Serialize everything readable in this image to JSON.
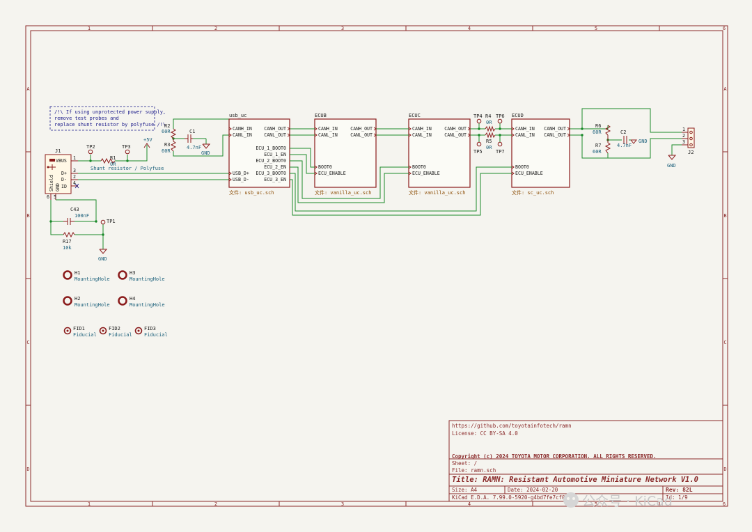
{
  "grid": {
    "columns": [
      "1",
      "2",
      "3",
      "4",
      "5",
      "6"
    ],
    "rows": [
      "A",
      "B",
      "C",
      "D"
    ]
  },
  "note": {
    "line1": "/!\\ If using unprotected power supply,",
    "line2": "remove test probes and",
    "line3": "replace shunt resistor by polyfuse /!\\"
  },
  "components": {
    "j1": {
      "ref": "J1",
      "vbus": "VBUS",
      "dplus": "D+",
      "dminus": "D-",
      "id": "ID",
      "shield": "Shield",
      "gnd": "GND",
      "pins": [
        "1",
        "2",
        "3",
        "4",
        "5",
        "6"
      ]
    },
    "tp2": "TP2",
    "tp3": "TP3",
    "r1": {
      "ref": "R1",
      "value": "0R"
    },
    "shunt_label": "Shunt resistor / Polyfuse",
    "plus5v": "+5V",
    "r2": {
      "ref": "R2",
      "value": "60R"
    },
    "r3": {
      "ref": "R3",
      "value": "60R"
    },
    "c1": {
      "ref": "C1",
      "value": "4.7nF"
    },
    "gnd": "GND",
    "c43": {
      "ref": "C43",
      "value": "100nF"
    },
    "r17": {
      "ref": "R17",
      "value": "10k"
    },
    "tp1": "TP1",
    "tp4": "TP4",
    "tp5": "TP5",
    "tp6": "TP6",
    "tp7": "TP7",
    "r4": {
      "ref": "R4",
      "value": "0R"
    },
    "r5": {
      "ref": "R5",
      "value": "0R"
    },
    "r6": {
      "ref": "R6",
      "value": "60R"
    },
    "r7": {
      "ref": "R7",
      "value": "60R"
    },
    "c2": {
      "ref": "C2",
      "value": "4.7nF"
    },
    "j2": {
      "ref": "J2",
      "pins": [
        "1",
        "2",
        "3"
      ]
    },
    "mounting": [
      {
        "ref": "H1",
        "value": "MountingHole"
      },
      {
        "ref": "H2",
        "value": "MountingHole"
      },
      {
        "ref": "H3",
        "value": "MountingHole"
      },
      {
        "ref": "H4",
        "value": "MountingHole"
      }
    ],
    "fiducials": [
      {
        "ref": "FID1",
        "value": "Fiducial"
      },
      {
        "ref": "FID2",
        "value": "Fiducial"
      },
      {
        "ref": "FID3",
        "value": "Fiducial"
      }
    ]
  },
  "sheets": {
    "usb": {
      "name": "usb_uc",
      "file": "文件: usb_uc.sch",
      "pins_left": [
        "CANH_IN",
        "CANL_IN",
        "USB_D+",
        "USB_D-"
      ],
      "pins_right": [
        "CANH_OUT",
        "CANL_OUT",
        "ECU_1_BOOT0",
        "ECU_1_EN",
        "ECU_2_BOOT0",
        "ECU_2_EN",
        "ECU_3_BOOT0",
        "ECU_3_EN"
      ]
    },
    "ecub": {
      "name": "ECUB",
      "file": "文件: vanilla_uc.sch",
      "pins_left": [
        "CANH_IN",
        "CANL_IN",
        "BOOT0",
        "ECU_ENABLE"
      ],
      "pins_right": [
        "CANH_OUT",
        "CANL_OUT"
      ]
    },
    "ecuc": {
      "name": "ECUC",
      "file": "文件: vanilla_uc.sch",
      "pins_left": [
        "CANH_IN",
        "CANL_IN",
        "BOOT0",
        "ECU_ENABLE"
      ],
      "pins_right": [
        "CANH_OUT",
        "CANL_OUT"
      ]
    },
    "ecud": {
      "name": "ECUD",
      "file": "文件: sc_uc.sch",
      "pins_left": [
        "CANH_IN",
        "CANL_IN",
        "BOOT0",
        "ECU_ENABLE"
      ],
      "pins_right": [
        "CANH_OUT",
        "CANL_OUT"
      ]
    }
  },
  "title_block": {
    "url": "https://github.com/toyotainfotech/ramn",
    "license": "License: CC BY-SA 4.0",
    "copyright": "Copyright (c) 2024 TOYOTA MOTOR CORPORATION. ALL RIGHTS RESERVED.",
    "sheet": "Sheet: /",
    "file": "File: ramn.sch",
    "title": "Title: RAMN: Resistant Automotive Miniature Network V1.0",
    "size": "Size: A4",
    "date": "Date: 2024-02-20",
    "rev": "Rev: 82L",
    "kicad": "KiCad E.D.A. 7.99.0-5920-g4bd7fe7cf0",
    "id": "Id: 1/9"
  },
  "watermark": "公众号 · KiCad",
  "colors": {
    "frame": "#8a2a2a",
    "wire": "#1a8a2a",
    "symbol": "#8a1a1a",
    "sheet_file": "#8a4a00"
  }
}
